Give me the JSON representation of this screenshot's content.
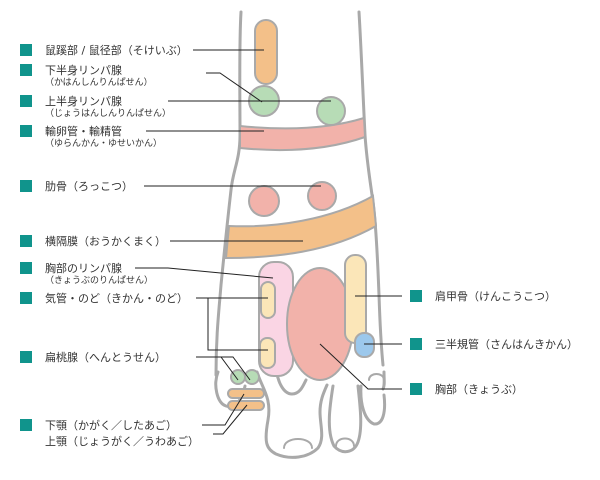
{
  "colors": {
    "marker": "#10948c",
    "outline": "#a9a9a9",
    "leader": "#222222",
    "orange": "#f3c089",
    "green": "#b7dcb6",
    "salmon": "#f2b2aa",
    "pink": "#fad5e4",
    "cream": "#fbe6b8",
    "blue": "#9cc8ec"
  },
  "labels": {
    "sokei": "鼠蹊部 / 鼠径部（そけいぶ）",
    "kahanshin": "下半身リンパ腺",
    "kahanshin_reading": "（かはんしんりんぱせん）",
    "johanshin": "上半身リンパ腺",
    "johanshin_reading": "（じょうはんしんりんぱせん）",
    "yuran": "輸卵管・輸精管",
    "yuran_reading": "（ゆらんかん・ゆせいかん）",
    "rokkotsu": "肋骨（ろっこつ）",
    "oukakumaku": "横隔膜（おうかくまく）",
    "kyoubu_lymph": "胸部のリンパ腺",
    "kyoubu_lymph_reading": "（きょうぶのりんぱせん）",
    "kikan": "気管・のど（きかん・のど）",
    "hentousen": "扁桃腺（へんとうせん）",
    "kagaku": "下顎（かがく／したあご）",
    "jougaku": "上顎（じょうがく／うわあご）",
    "kenkoukotsu": "肩甲骨（けんこうこつ）",
    "sanhankikan": "三半規管（さんはんきかん）",
    "kyoubu": "胸部（きょうぶ）"
  }
}
